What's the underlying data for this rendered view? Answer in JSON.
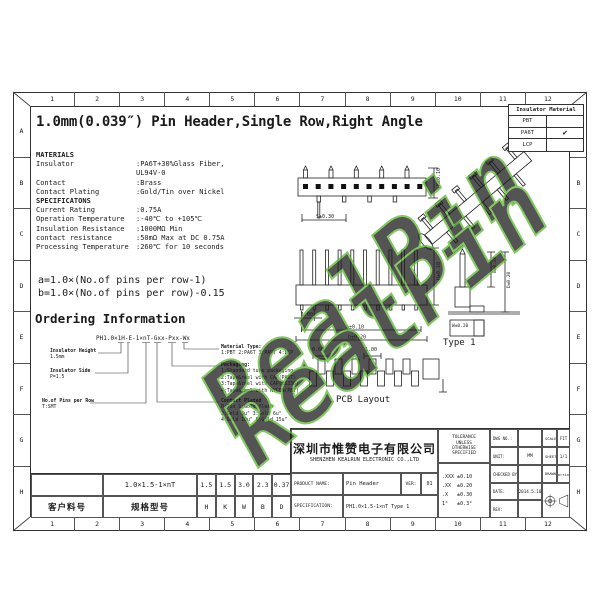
{
  "sheet": {
    "zone_cols": [
      "1",
      "2",
      "3",
      "4",
      "5",
      "6",
      "7",
      "8",
      "9",
      "10",
      "11",
      "12"
    ],
    "zone_rows": [
      "A",
      "B",
      "C",
      "D",
      "E",
      "F",
      "G",
      "H"
    ],
    "title": "1.0mm(0.039″) Pin Header,Single Row,Right Angle",
    "watermark": "RealPin",
    "watermark_color": "#5ab82e"
  },
  "insulator_material": {
    "title": "Insulator Material",
    "rows": [
      {
        "name": "PBT",
        "checked": ""
      },
      {
        "name": "PA6T",
        "checked": "✔"
      },
      {
        "name": "LCP",
        "checked": ""
      }
    ]
  },
  "specs": {
    "rows": [
      {
        "label": "MATERIALS",
        "value": ""
      },
      {
        "label": "Insulator",
        "value": ":PA6T+30%Glass Fiber,"
      },
      {
        "label": "",
        "value": " UL94V-0"
      },
      {
        "label": "Contact",
        "value": ":Brass"
      },
      {
        "label": "Contact Plating",
        "value": ":Gold/Tin over Nickel"
      },
      {
        "label": "SPECIFICATONS",
        "value": ""
      },
      {
        "label": "Current Rating",
        "value": ":0.75A"
      },
      {
        "label": "Operation Temperature",
        "value": ":-40℃ to +105℃"
      },
      {
        "label": "Insulation Resistance",
        "value": ":1000MΩ Min"
      },
      {
        "label": "contact resistance",
        "value": ":50mΩ Max at DC 0.75A"
      },
      {
        "label": "Processing Temperature",
        "value": ":260℃ for 10 seconds"
      }
    ]
  },
  "formulas": {
    "a": "a=1.0×(No.of pins per row-1)",
    "b": "b=1.0×(No.of pins per row)-0.15"
  },
  "ordering": {
    "heading": "Ordering Information",
    "part_number": "PH1.0×1H-E-1×nT-Gxx-Pxx-Wx",
    "left": [
      {
        "l1": "Insulator Height",
        "l2": "1.5mm"
      },
      {
        "l1": "Insulator Side",
        "l2": "P=1.5"
      },
      {
        "l1": "No.of Pins per Row",
        "l2": "T:SMT"
      }
    ],
    "right": [
      {
        "title": "Material Type:",
        "lines": [
          "1:PBT 2:PA6T 3:PA9T 4:LCP"
        ]
      },
      {
        "title": "Packaging:",
        "lines": [
          "1:Standard tube packaging",
          "2:Tape&reel with CAP(PA6T)",
          "3:Tape&reel with CAP(DS33G)",
          "4:Tape&reel with NYLON(PBT)"
        ]
      },
      {
        "title": "Contact Plated",
        "lines": [
          "0:Tin       1:Gold flash",
          "2:Gold 3u\"  3:Gold 6u\"",
          "4:Gold 10u\" 6:Gold 15u\""
        ]
      }
    ]
  },
  "dimensions": {
    "top_view": {
      "pitch": "S±0.30",
      "height": "K±0.10"
    },
    "front_view": {
      "pitch": "1.00",
      "a": "a±0.10",
      "b": "b±0.20",
      "h": "H±0.10"
    },
    "side_view": {
      "label": "Type 1",
      "b": "B±0.20",
      "d": "D±0.20",
      "w": "W±0.20"
    },
    "pcb": {
      "label": "PCB Layout",
      "d1": "0.60",
      "d2": "1.00"
    }
  },
  "title_block": {
    "company_cn": "深圳市惟赞电子有限公司",
    "company_en": "SHENZHEN KEALRUN ELECTRONIC CO.,LTD",
    "product_label": "PRODUCT NAME:",
    "product": "Pin Header",
    "ver_label": "VER:",
    "ver": "01",
    "spec_label": "SPECIFICATION:",
    "spec": "PH1.0×1.5-1×nT Type 1",
    "tol_title": [
      "TOLERANCE",
      "UNLESS",
      "OTHERWISE",
      "SPECIFIED"
    ],
    "tol_lines": [
      ".XXX ±0.10",
      ".XX  ±0.20",
      ".X   ±0.30",
      "1°   ±0.3°"
    ],
    "dwg_label": "DWG NO.:",
    "dwg": "",
    "unit_label": "UNIT:",
    "unit": "MM",
    "checked_label": "CHECKED BY:",
    "checked": "",
    "date_label": "DATE:",
    "date": "2014.5.10",
    "rev_label": "REV:",
    "rev": "",
    "scale_label": "SCALE:",
    "scale": "FIT",
    "sheet_label": "SHEET:",
    "sheet": "1/1",
    "drawn_label": "DRAWN BY:",
    "drawn": "Morring"
  },
  "bottom_table": {
    "values": [
      "",
      "1.0×1.5-1×nT",
      "1.5",
      "1.5",
      "3.0",
      "2.3",
      "0.37"
    ],
    "labels": [
      "客户料号",
      "规格型号",
      "H",
      "K",
      "W",
      "B",
      "D"
    ]
  }
}
